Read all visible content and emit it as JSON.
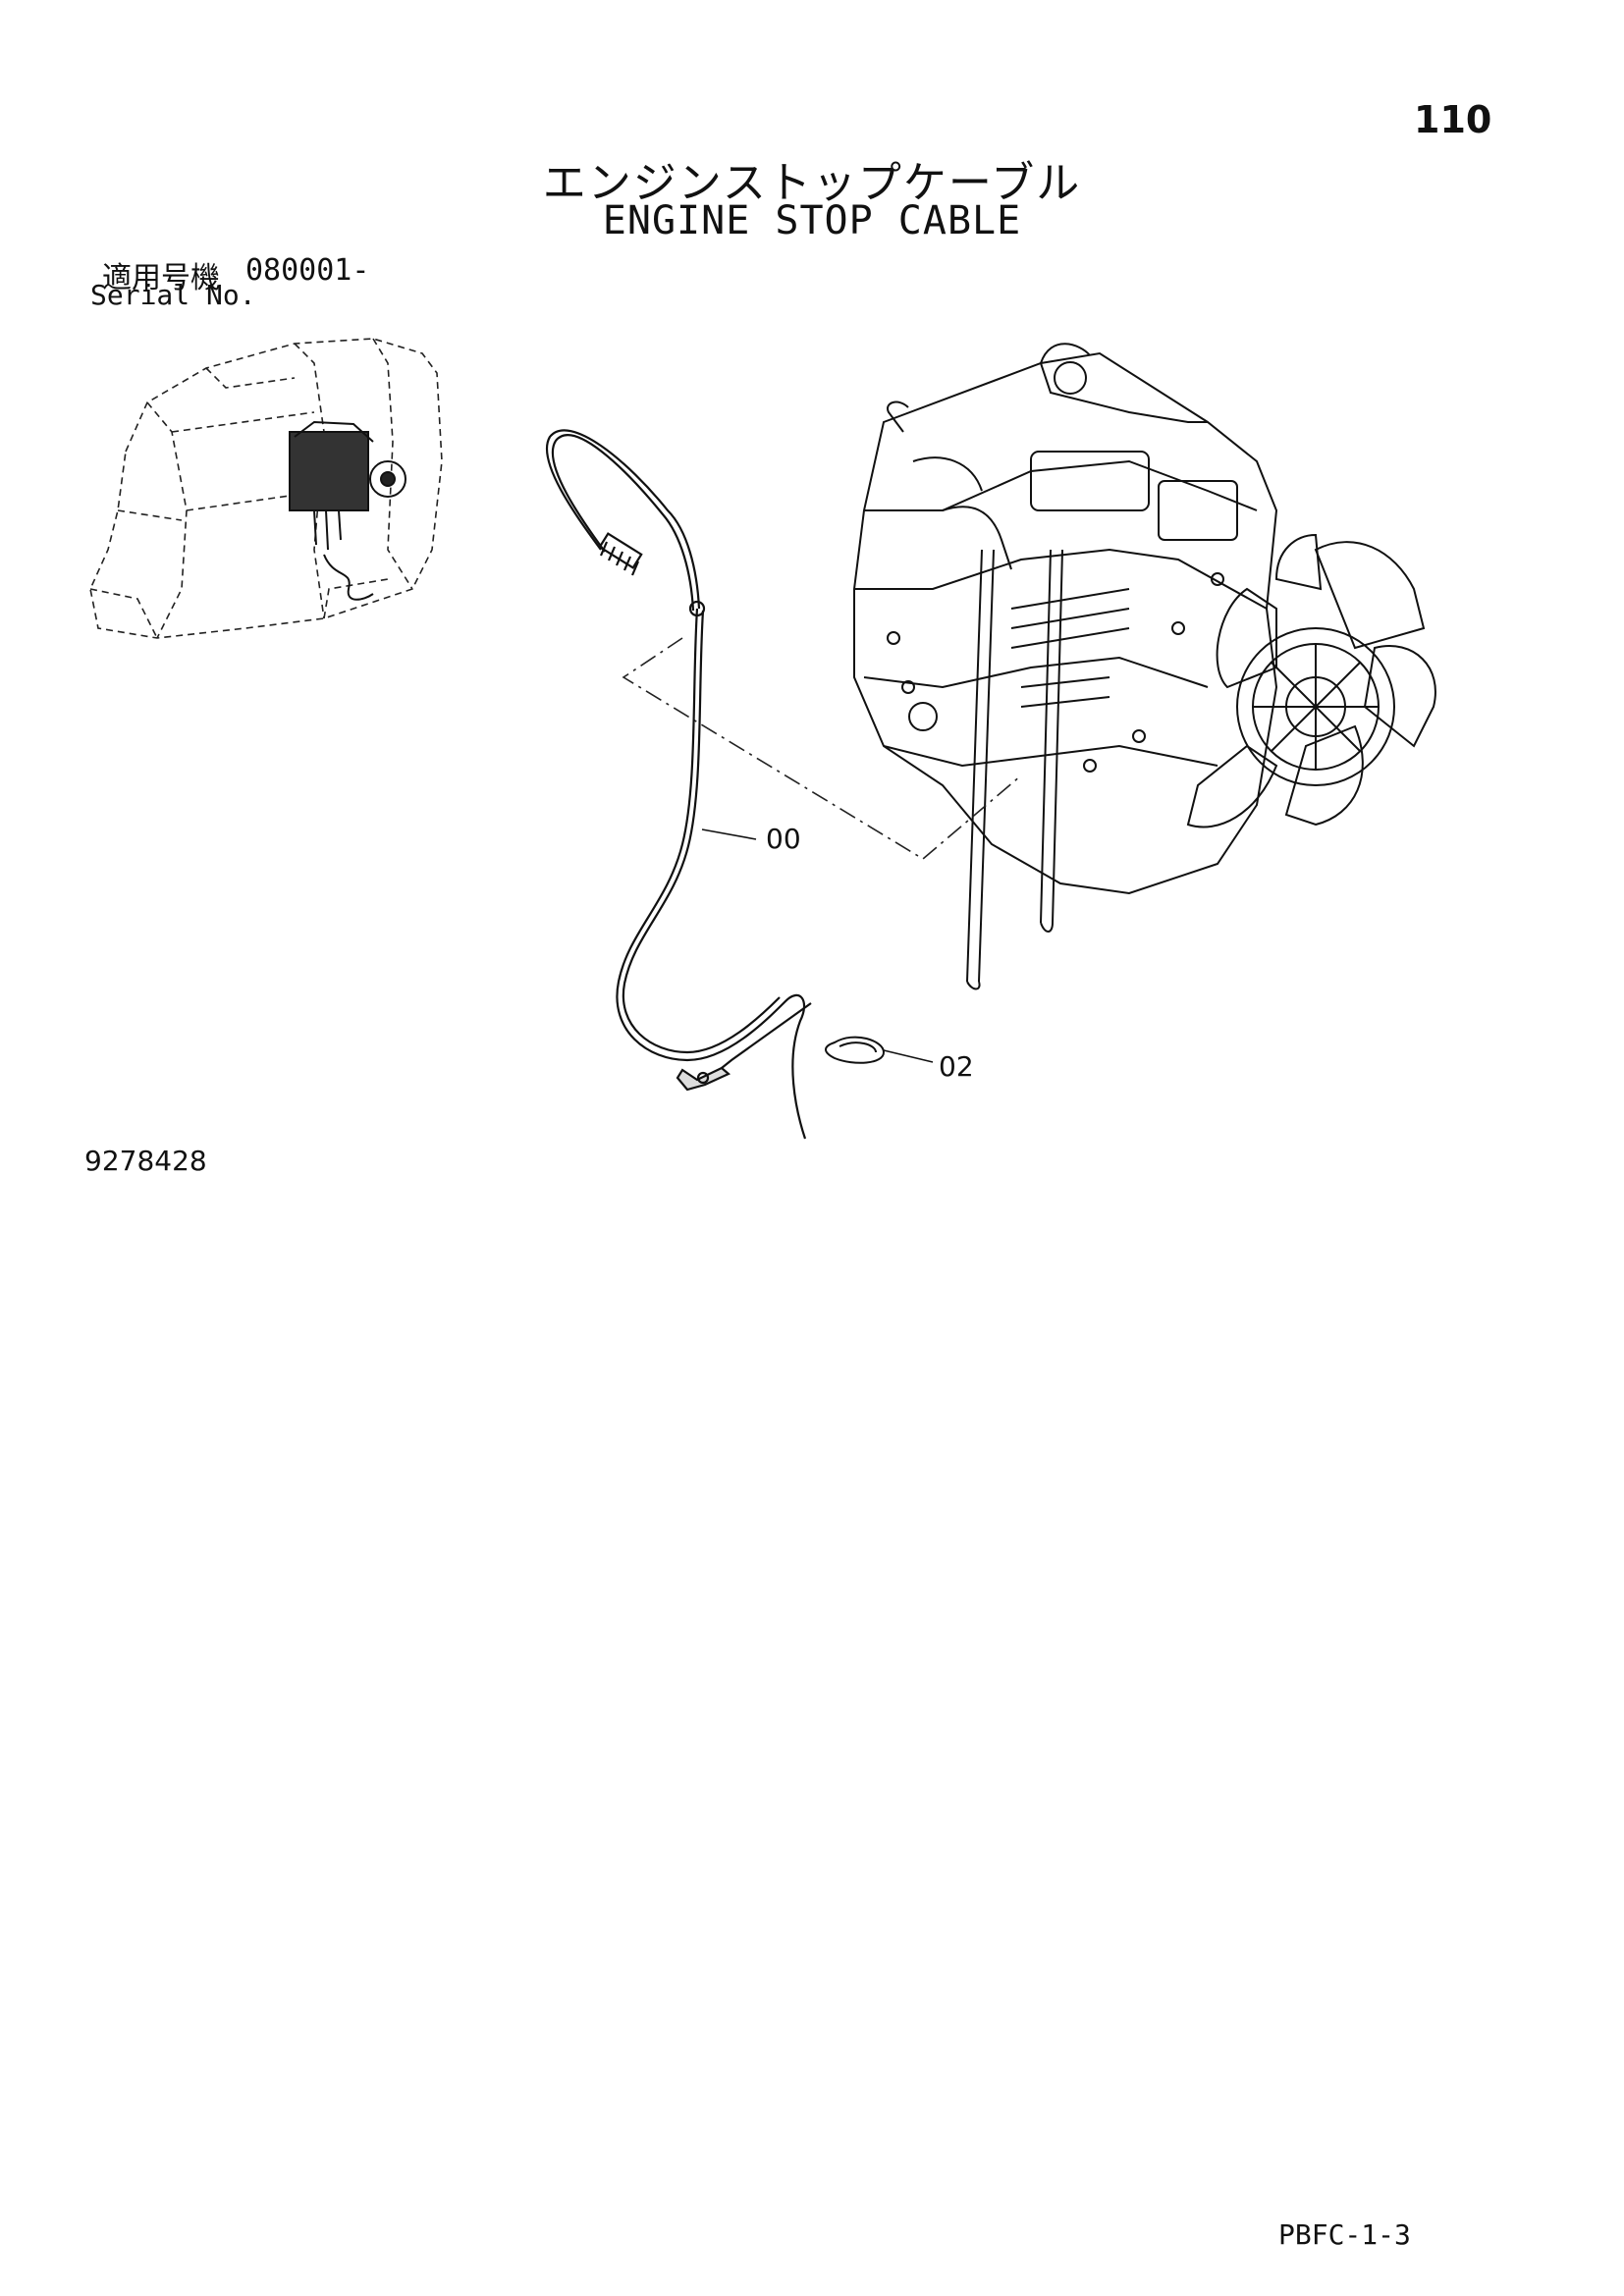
{
  "header": {
    "page_number": "110",
    "title_jp": "エンジンストップケーブル",
    "title_en": "ENGINE STOP CABLE"
  },
  "serial": {
    "label_jp": "適用号機",
    "value": "080001-",
    "label_en": "Serial No."
  },
  "diagram": {
    "callouts": [
      "00",
      "02"
    ],
    "drawing_number": "9278428"
  },
  "footer": {
    "ref_code": "PBFC-1-3"
  }
}
